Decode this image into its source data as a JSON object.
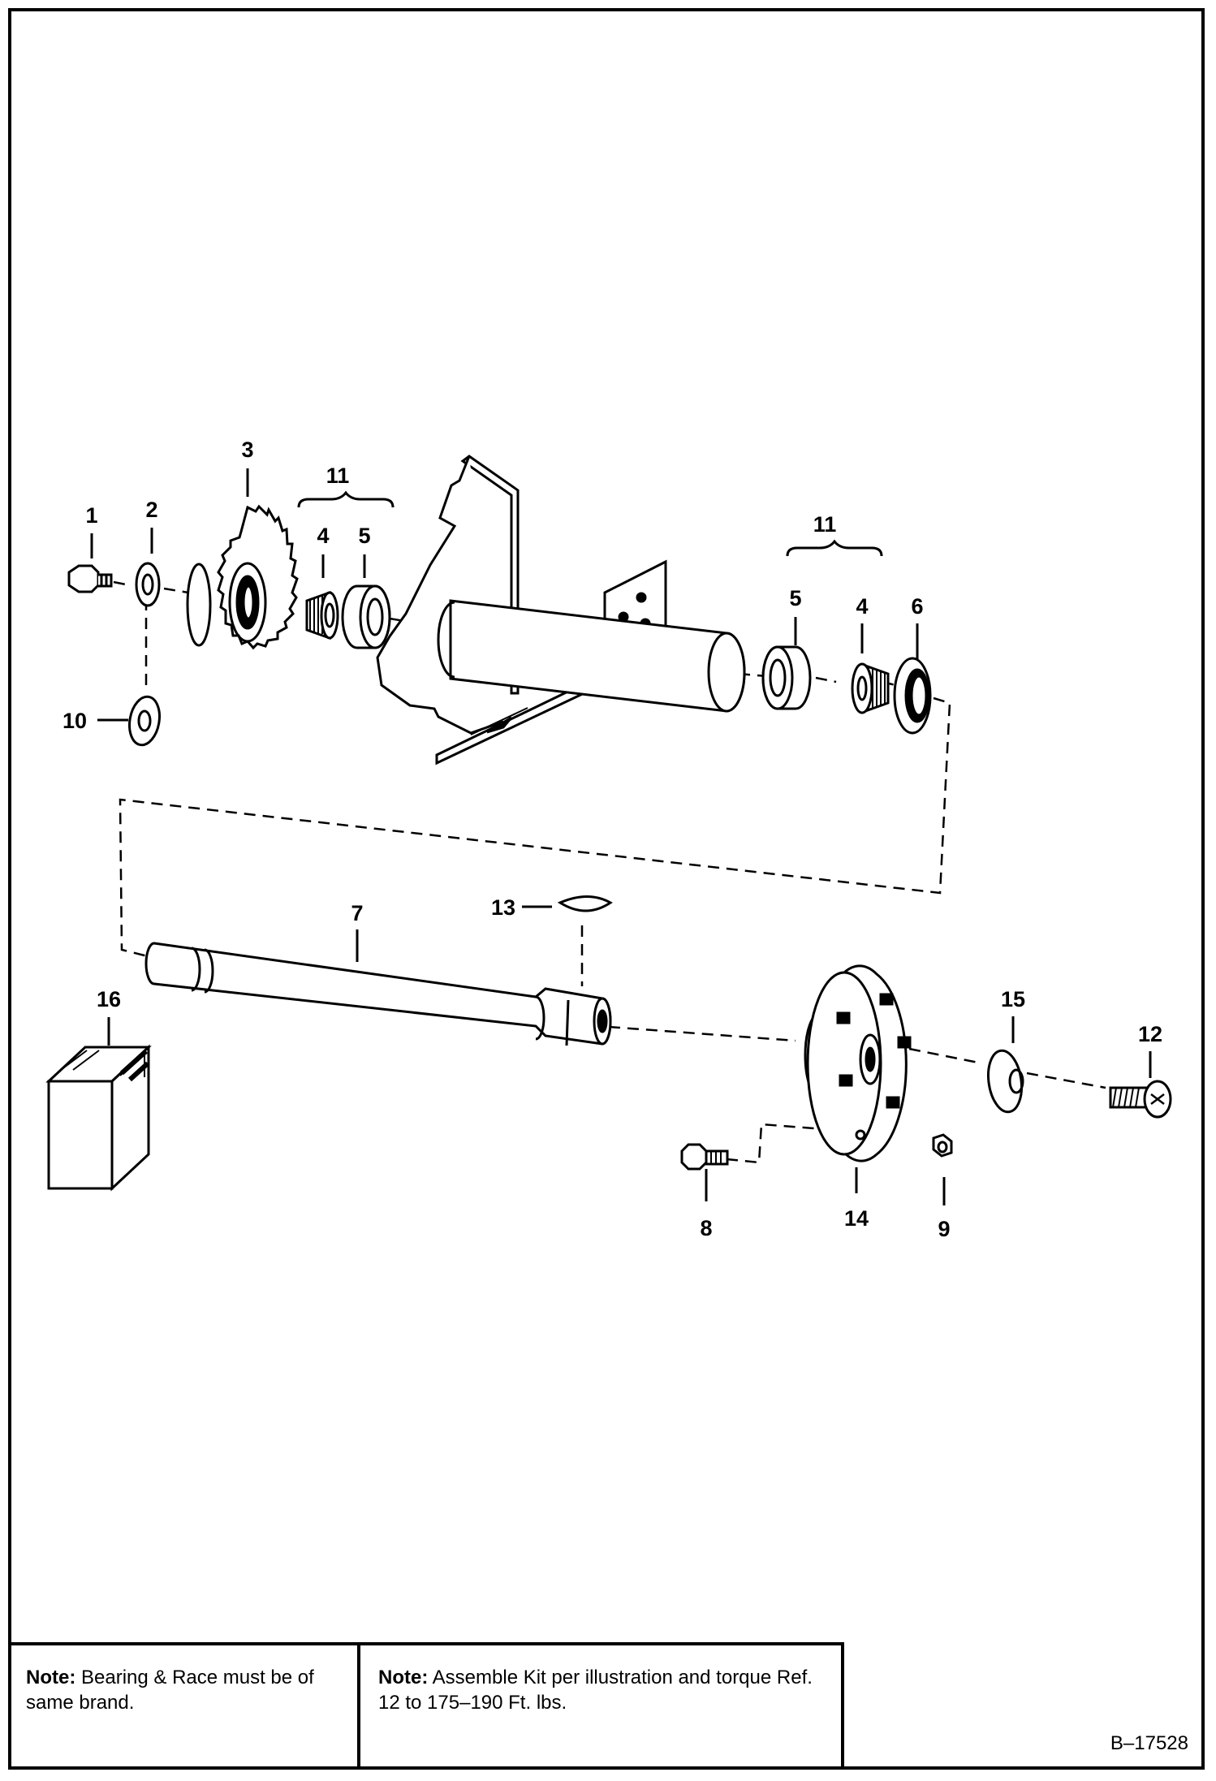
{
  "callouts": {
    "c1": "1",
    "c2": "2",
    "c3": "3",
    "c4a": "4",
    "c4b": "4",
    "c5a": "5",
    "c5b": "5",
    "c6": "6",
    "c7": "7",
    "c8": "8",
    "c9": "9",
    "c10": "10",
    "c11a": "11",
    "c11b": "11",
    "c12": "12",
    "c13": "13",
    "c14": "14",
    "c15": "15",
    "c16": "16"
  },
  "notes": {
    "left": {
      "label": "Note:",
      "text": " Bearing & Race must be of same brand."
    },
    "right": {
      "label": "Note:",
      "text": " Assemble Kit per illustration and torque Ref. 12 to 175–190 Ft. lbs."
    }
  },
  "drawing_number": "B–17528",
  "colors": {
    "ink": "#000000",
    "paper": "#ffffff"
  }
}
